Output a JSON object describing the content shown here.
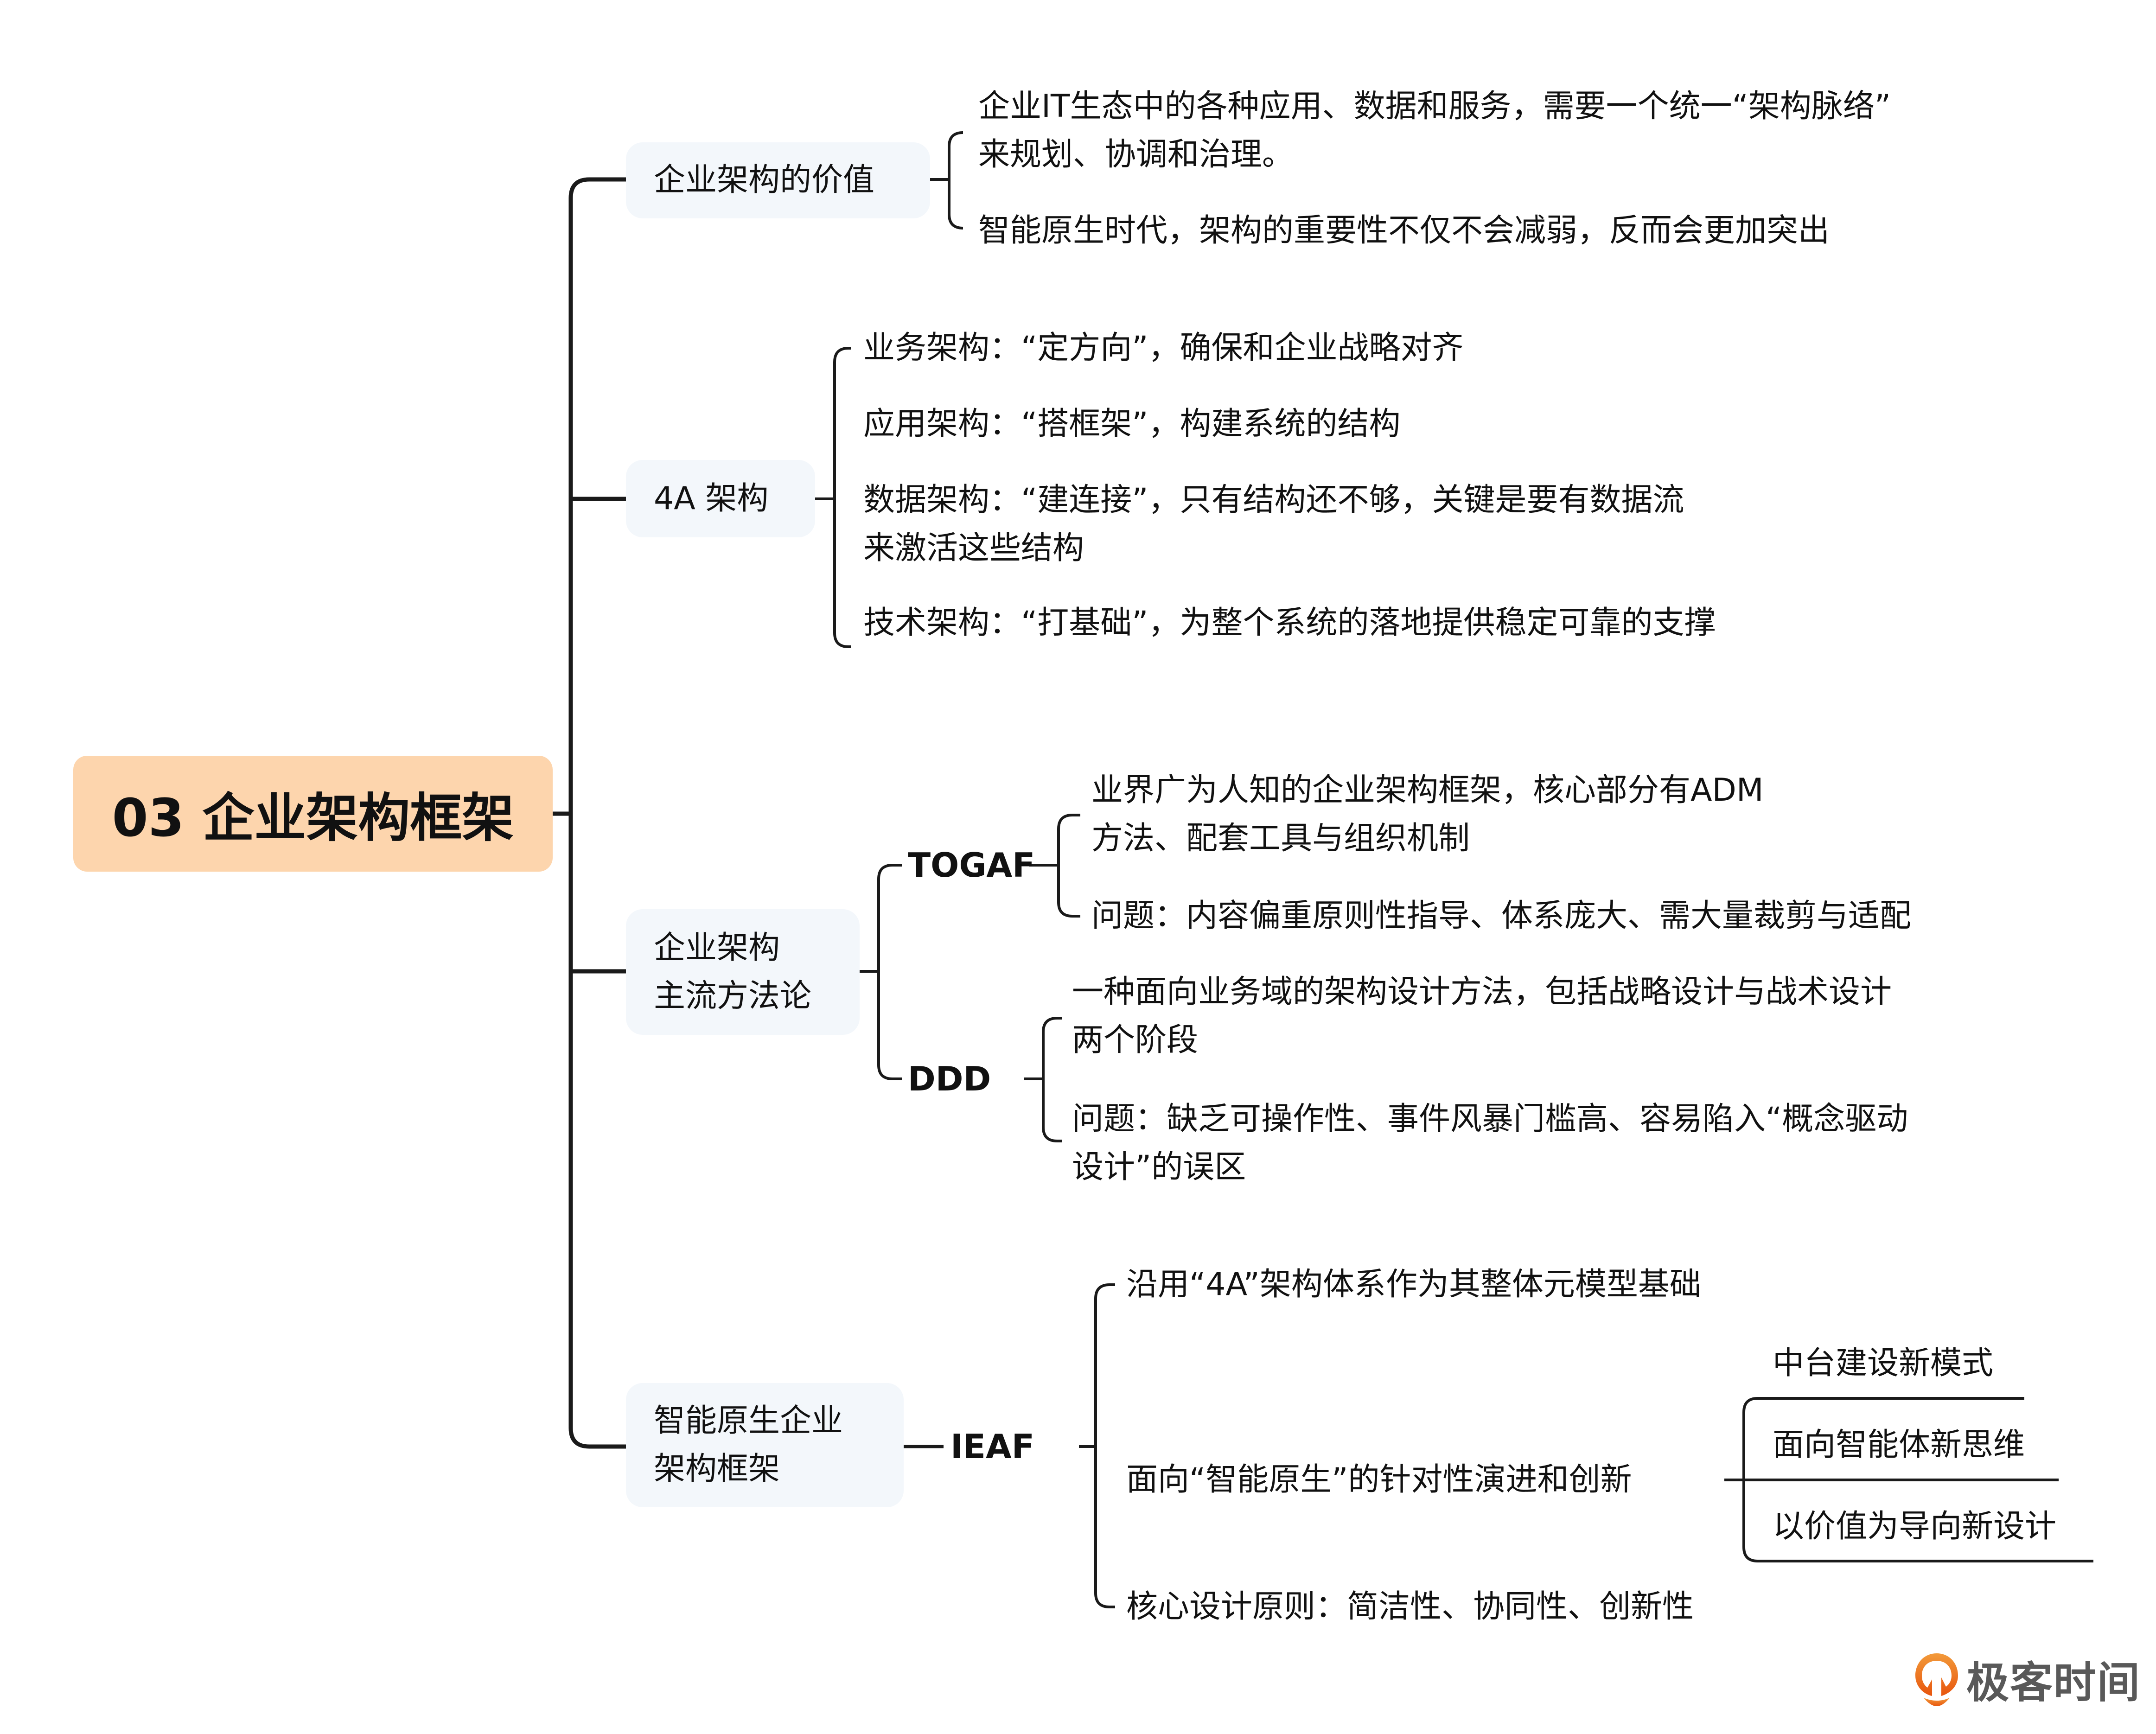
{
  "root": {
    "label": "03 企业架构框架"
  },
  "branches": {
    "value": {
      "label": "企业架构的价值",
      "items": [
        "企业IT生态中的各种应用、数据和服务，需要一个统一“架构脉络”",
        "来规划、协调和治理。",
        "智能原生时代，架构的重要性不仅不会减弱，反而会更加突出"
      ]
    },
    "fourA": {
      "label": "4A 架构",
      "items": [
        "业务架构：“定方向”，确保和企业战略对齐",
        "应用架构：“搭框架”，构建系统的结构",
        "数据架构：“建连接”，只有结构还不够，关键是要有数据流",
        "来激活这些结构",
        "技术架构：“打基础”，为整个系统的落地提供稳定可靠的支撑"
      ]
    },
    "methods": {
      "label_line1": "企业架构",
      "label_line2": "主流方法论",
      "togaf": {
        "label": "TOGAF",
        "items": [
          "业界广为人知的企业架构框架，核心部分有ADM",
          "方法、配套工具与组织机制",
          "问题：内容偏重原则性指导、体系庞大、需大量裁剪与适配"
        ]
      },
      "ddd": {
        "label": "DDD",
        "items": [
          "一种面向业务域的架构设计方法，包括战略设计与战术设计",
          "两个阶段",
          "问题：缺乏可操作性、事件风暴门槛高、容易陷入“概念驱动",
          "设计”的误区"
        ]
      }
    },
    "ieaf": {
      "label_line1": "智能原生企业",
      "label_line2": "架构框架",
      "child": "IEAF",
      "items": [
        "沿用“4A”架构体系作为其整体元模型基础",
        "面向“智能原生”的针对性演进和创新",
        "核心设计原则：简洁性、协同性、创新性"
      ],
      "sub_items": [
        "中台建设新模式",
        "面向智能体新思维",
        "以价值为导向新设计"
      ]
    }
  },
  "logo": {
    "text": "极客时间",
    "color": "#F0701E"
  },
  "colors": {
    "root_fill": "#FDD5AD",
    "node_fill": "#F3F7FB",
    "line": "#1A1A1A"
  }
}
